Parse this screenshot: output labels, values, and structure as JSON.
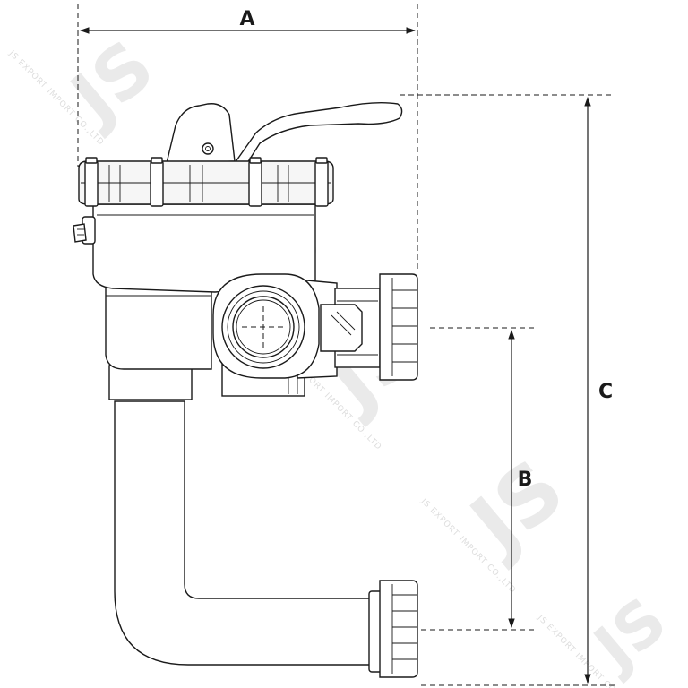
{
  "dimensions": {
    "a_label": "A",
    "b_label": "B",
    "c_label": "C"
  },
  "watermark": {
    "logo_text": "JS",
    "company_text": "JS EXPORT IMPORT CO.,LTD"
  },
  "colors": {
    "line": "#1a1a1a",
    "background": "#ffffff",
    "watermark": "#d9d9d9"
  }
}
